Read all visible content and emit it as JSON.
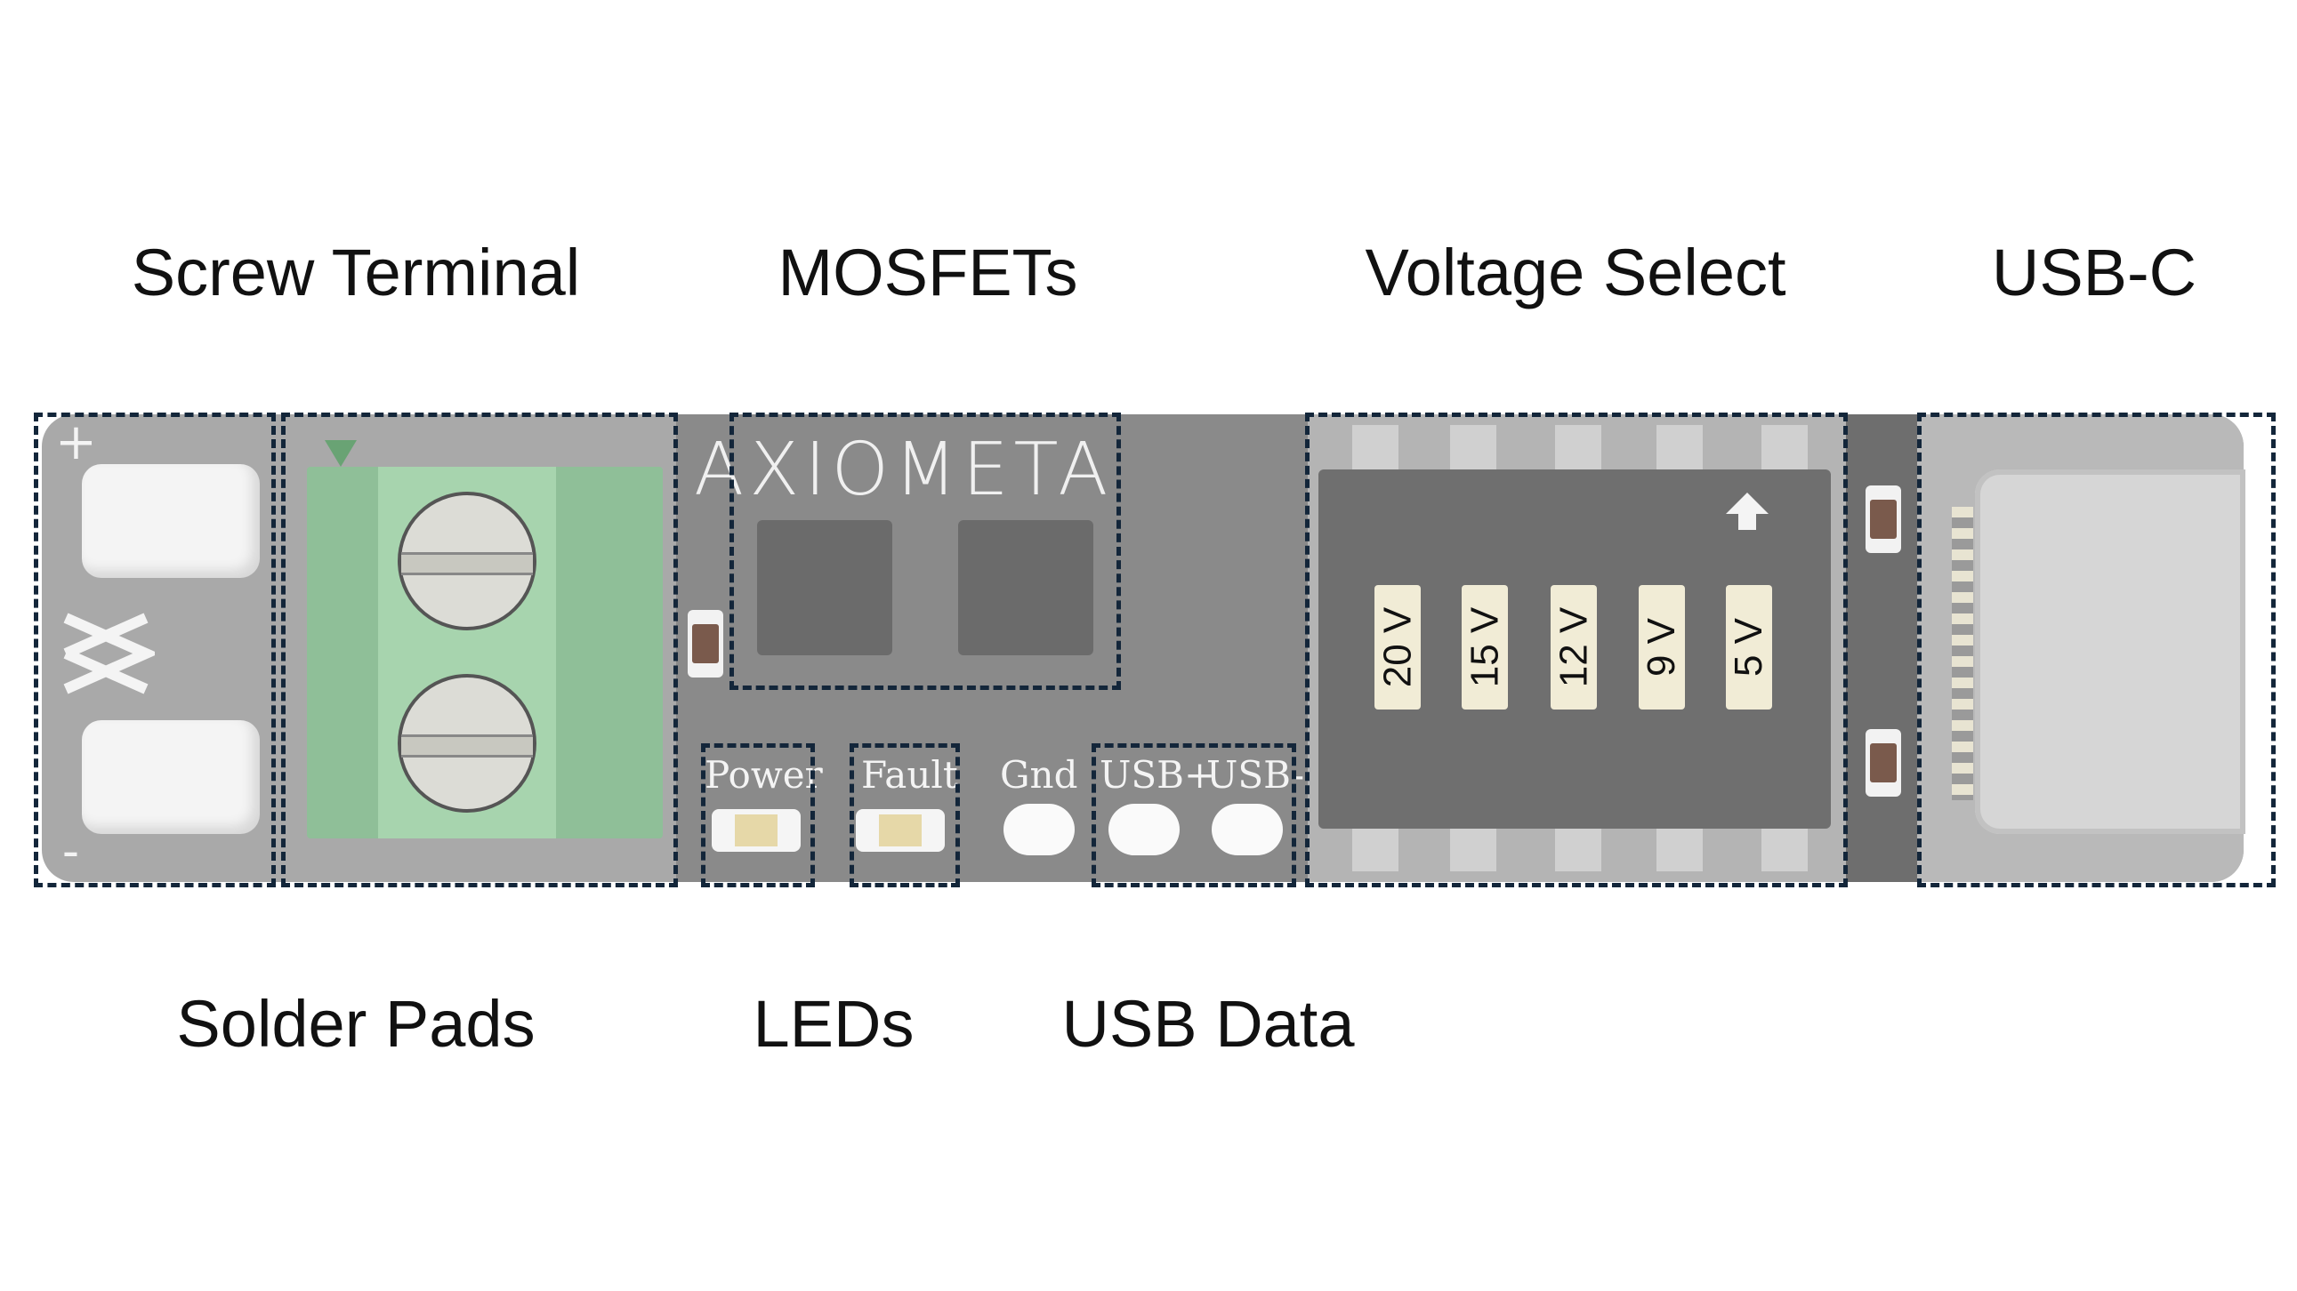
{
  "labels": {
    "screw_terminal": "Screw Terminal",
    "mosfets": "MOSFETs",
    "voltage_select": "Voltage Select",
    "usb_c": "USB-C",
    "solder_pads": "Solder Pads",
    "leds": "LEDs",
    "usb_data": "USB Data"
  },
  "board": {
    "brand": "AXIOMETA",
    "plus": "+",
    "minus": "-",
    "silk": {
      "power": "Power",
      "fault": "Fault",
      "gnd": "Gnd",
      "usb_plus": "USB+",
      "usb_minus": "USB-"
    },
    "voltage_options": [
      "20 V",
      "15 V",
      "12 V",
      "9 V",
      "5 V"
    ]
  },
  "colors": {
    "board": "#a9a9a9",
    "board_dark": "#7e7e7e",
    "terminal_green": "#8fbf98",
    "dashed_outline": "#13263a"
  }
}
